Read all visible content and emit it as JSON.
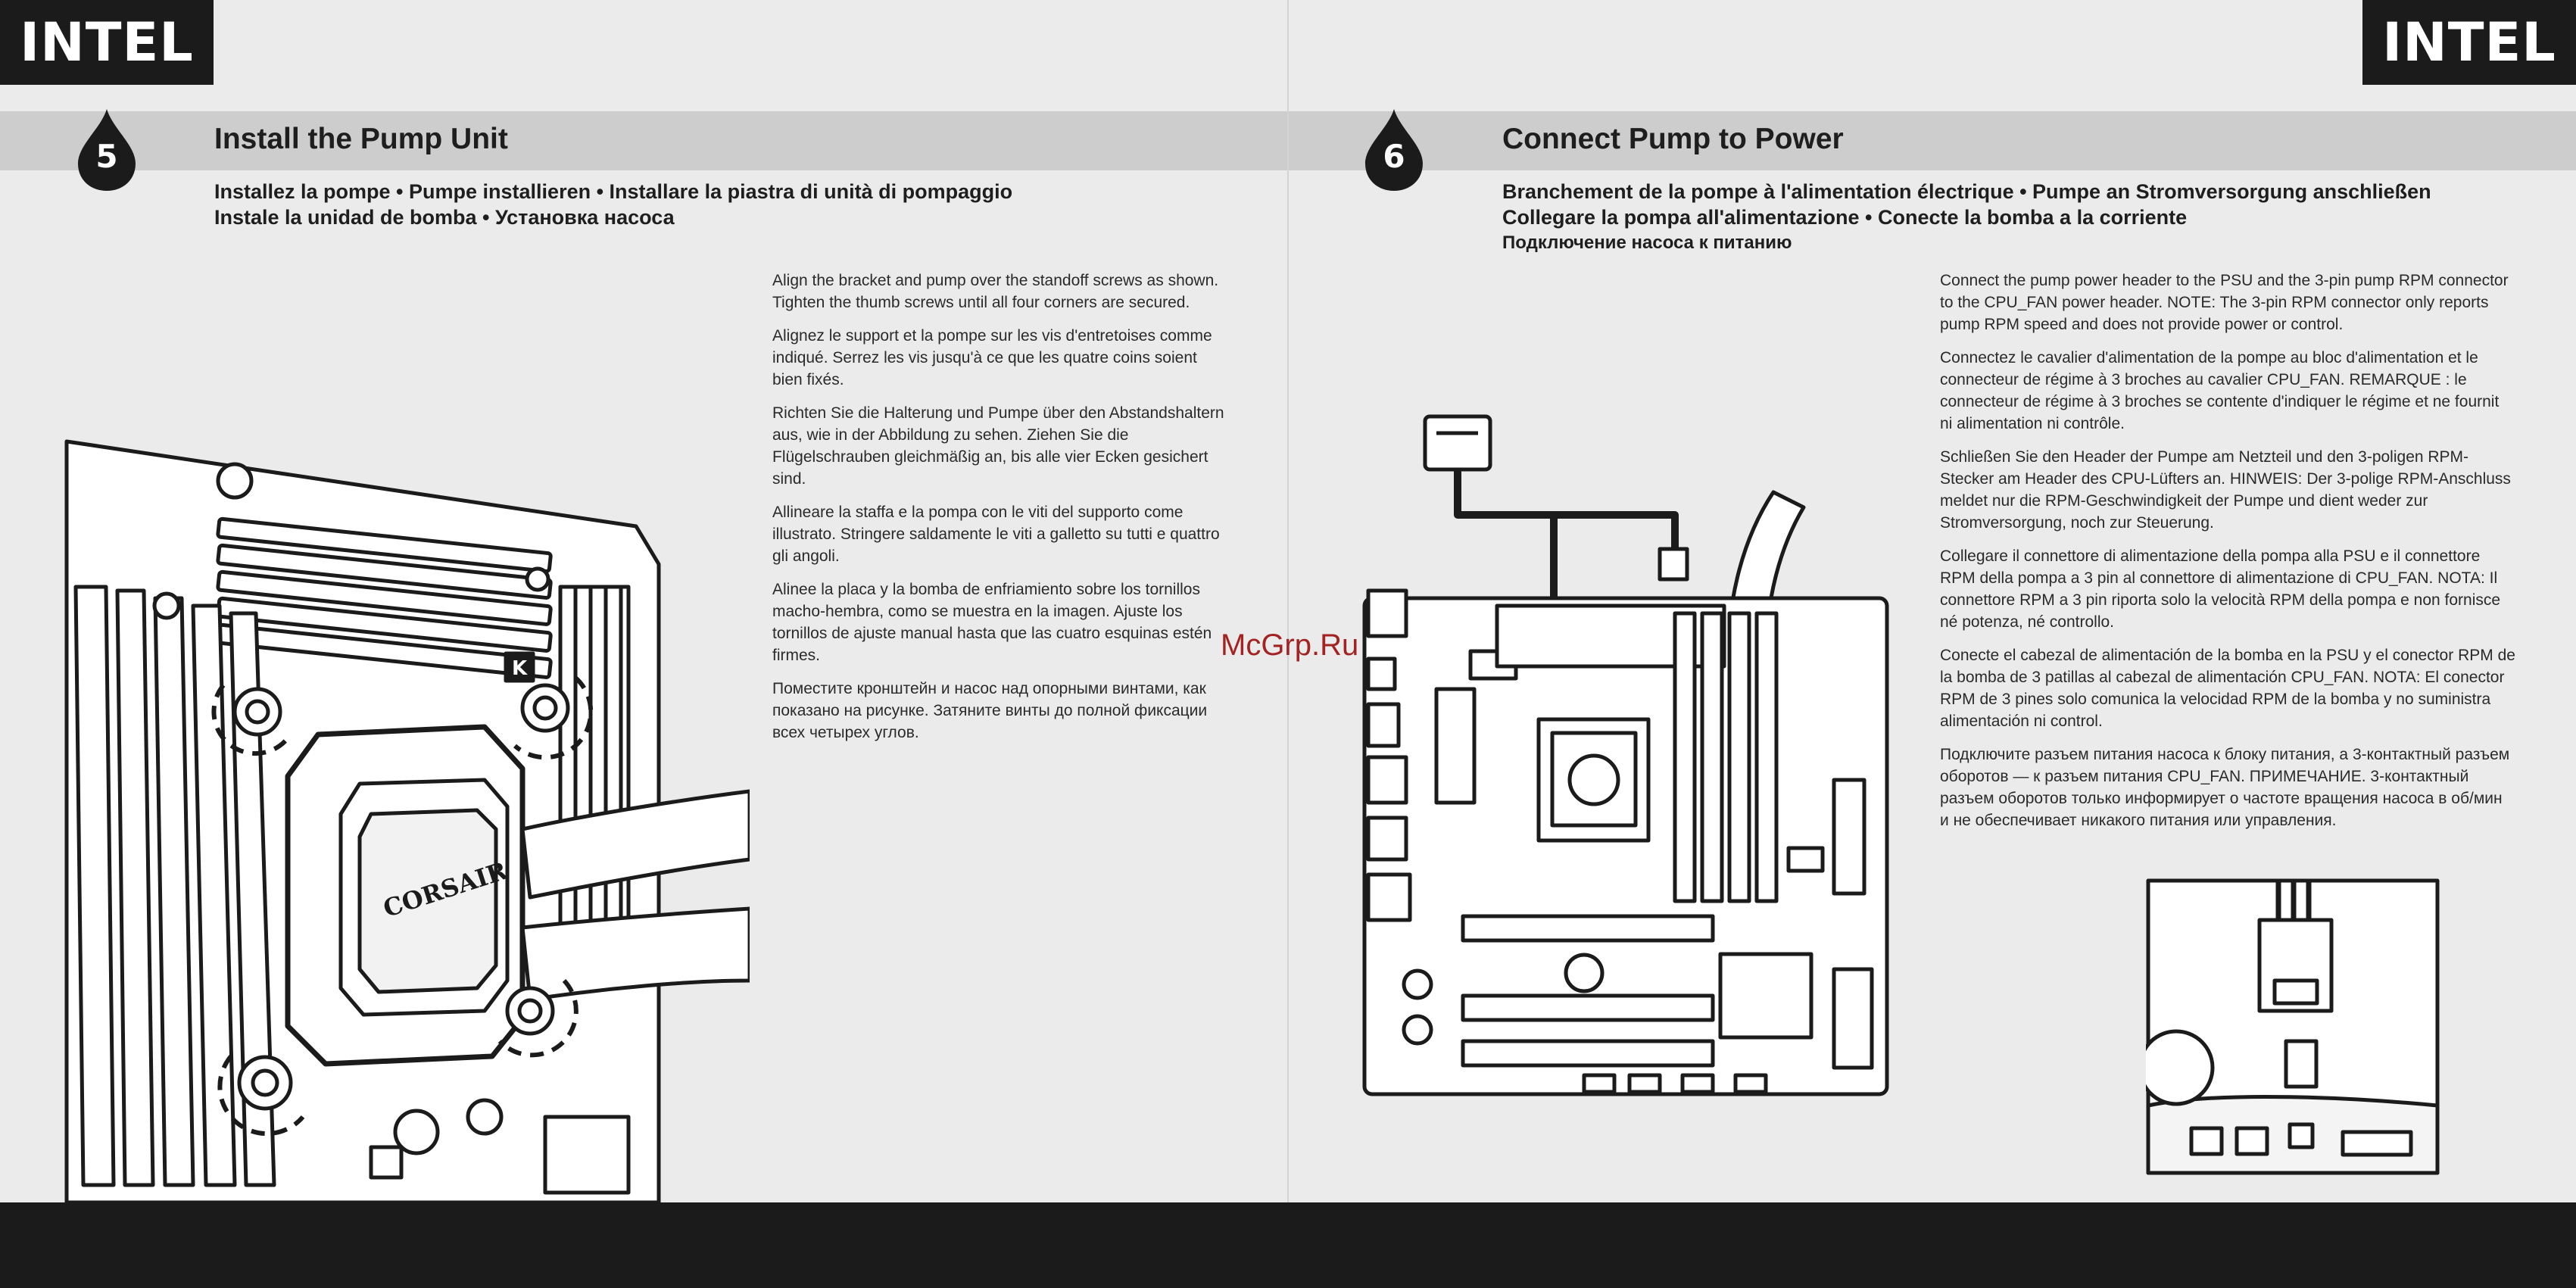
{
  "brand": {
    "left": "INTEL",
    "right": "INTEL"
  },
  "step5": {
    "number": "5",
    "title": "Install the Pump Unit",
    "subtitle_lines": [
      "Installez la pompe • Pumpe installieren • Installare la piastra di unità di pompaggio",
      "Instale la unidad de bomba • Установка насоса"
    ],
    "paragraphs": [
      "Align the bracket and pump over the standoff screws as shown. Tighten the thumb screws until all four corners are secured.",
      "Alignez le support et la pompe sur les vis d'entretoises comme indiqué. Serrez les vis jusqu'à ce que les quatre coins soient bien fixés.",
      "Richten Sie die Halterung und Pumpe über den Abstandshaltern aus, wie in der Abbildung zu sehen. Ziehen Sie die Flügelschrauben gleichmäßig an, bis alle vier Ecken gesichert sind.",
      "Allineare la staffa e la pompa con le viti del supporto come illustrato. Stringere saldamente le viti a galletto su tutti e quattro gli angoli.",
      "Alinee la placa y la bomba de enfriamiento sobre los tornillos macho-hembra, como se muestra en la imagen. Ajuste los tornillos de ajuste manual hasta que las cuatro esquinas estén firmes.",
      "Поместите кронштейн и насос над опорными винтами, как показано на рисунке. Затяните винты до полной фиксации всех четырех углов."
    ],
    "illustration": {
      "callout": "K",
      "pump_logo": "CORSAIR"
    }
  },
  "step6": {
    "number": "6",
    "title": "Connect Pump to Power",
    "subtitle_lines": [
      "Branchement de la pompe à l'alimentation électrique • Pumpe an Stromversorgung anschließen",
      "Collegare la pompa all'alimentazione  • Conecte la bomba a la corriente",
      "Подключение насоса к питанию"
    ],
    "paragraphs": [
      "Connect the pump power header to the PSU and the 3-pin pump RPM connector to the CPU_FAN power header. NOTE: The 3-pin RPM connector only reports pump RPM speed and does not provide power or control.",
      "Connectez le cavalier d'alimentation de la pompe au bloc d'alimentation et le connecteur de régime à 3 broches au cavalier CPU_FAN. REMARQUE : le connecteur de régime à 3 broches se contente d'indiquer le régime et ne fournit ni alimentation ni contrôle.",
      "Schließen Sie den Header der Pumpe am Netzteil und den 3-poligen RPM-Stecker am Header des CPU-Lüfters an. HINWEIS: Der 3-polige RPM-Anschluss meldet nur die RPM-Geschwindigkeit der Pumpe und dient weder zur Stromversorgung, noch zur Steuerung.",
      "Collegare il connettore di alimentazione della pompa alla PSU e il connettore RPM della pompa a 3 pin al connettore di alimentazione di CPU_FAN. NOTA: Il connettore RPM a 3 pin riporta solo la velocità RPM della pompa e non fornisce né potenza, né controllo.",
      "Conecte el cabezal de alimentación de la bomba en la PSU y el conector RPM de la bomba de 3 patillas al cabezal de alimentación CPU_FAN. NOTA: El conector RPM de 3 pines solo comunica la velocidad RPM de la bomba y no suministra alimentación ni control.",
      "Подключите разъем питания насоса к блоку питания, а 3-контактный разъем оборотов — к разъем питания CPU_FAN. ПРИМЕЧАНИЕ. 3-контактный разъем оборотов только информирует о частоте вращения насоса в об/мин и не обеспечивает никакого питания или управления."
    ]
  },
  "watermark": "McGrp.Ru",
  "colors": {
    "ink": "#1b1b1b",
    "band": "#cdcdcd",
    "paper": "#ebebeb",
    "watermark": "#a32222"
  }
}
